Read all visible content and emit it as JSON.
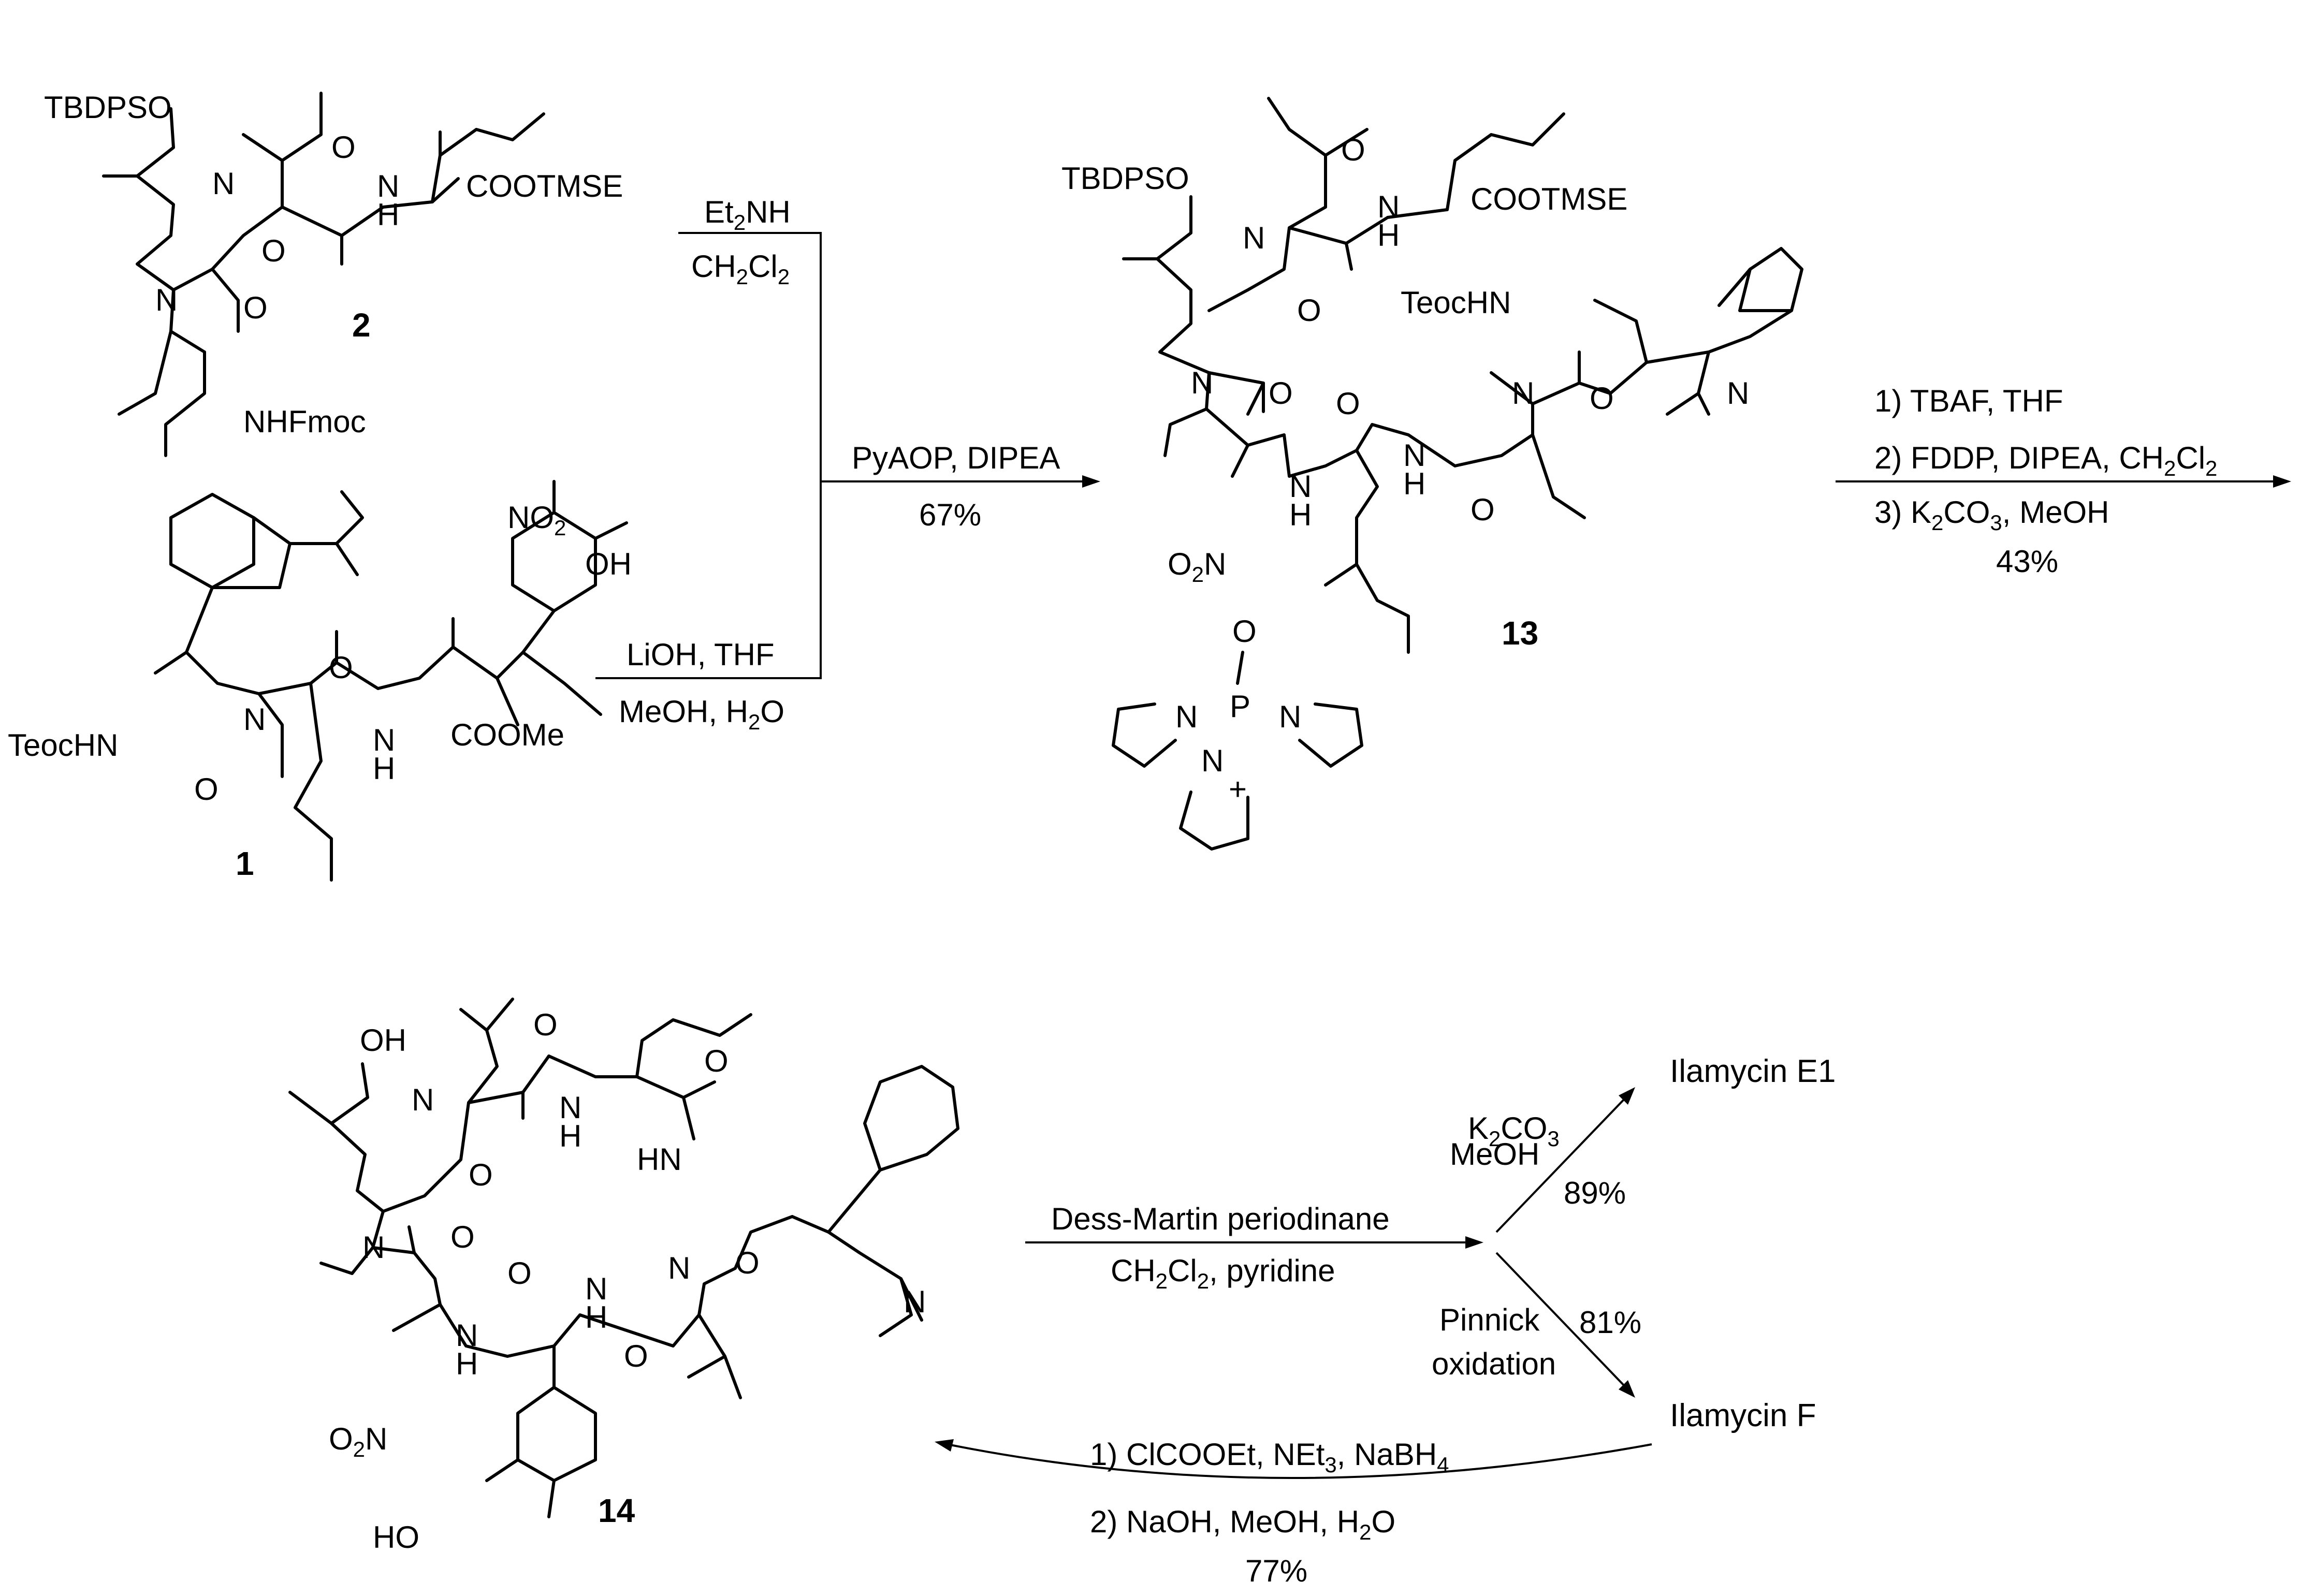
{
  "compounds": {
    "c2": "2",
    "c1": "1",
    "c13": "13",
    "c14": "14"
  },
  "products": {
    "e1": "Ilamycin E1",
    "f": "Ilamycin F"
  },
  "groups": {
    "tbdpso": "TBDPSO",
    "cootmse": "COOTMSE",
    "nhfmoc": "NHFmoc",
    "teochn": "TeocHN",
    "coome": "COOMe",
    "oh": "OH",
    "ho": "HO",
    "no2": "NO",
    "o2n": "O",
    "nh": "N",
    "h": "H",
    "n": "N",
    "o": "O",
    "p": "P",
    "plus": "+",
    "hn": "HN"
  },
  "conditions": {
    "a1": "Et",
    "a1b": "NH",
    "a2": "CH",
    "a2b": "Cl",
    "b1": "LiOH, THF",
    "b2": "MeOH, H",
    "b2b": "O",
    "c1": "PyAOP, DIPEA",
    "c2": "67%",
    "d1": "1) TBAF, THF",
    "d2": "2) FDDP, DIPEA, CH",
    "d2b": "Cl",
    "d3": "3) K",
    "d3b": "CO",
    "d3c": ", MeOH",
    "d4": "43%",
    "e1": "Dess-Martin periodinane",
    "e2": "CH",
    "e2b": "Cl",
    "e2c": ", pyridine",
    "f1": "K",
    "f1b": "CO",
    "f2": "MeOH",
    "f3": "89%",
    "g1": "Pinnick",
    "g2": "oxidation",
    "g3": "81%",
    "h1": "1) ClCOOEt, NEt",
    "h1b": ", NaBH",
    "h2": "2) NaOH, MeOH, H",
    "h2b": "O",
    "h3": "77%"
  },
  "subscripts": {
    "two": "2",
    "three": "3",
    "four": "4"
  }
}
